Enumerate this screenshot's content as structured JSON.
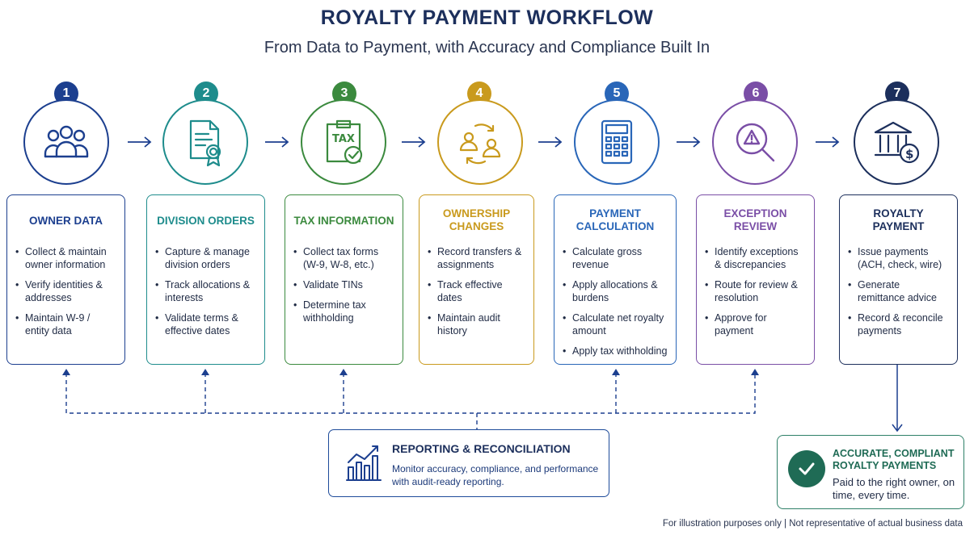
{
  "header": {
    "title": "ROYALTY PAYMENT WORKFLOW",
    "subtitle": "From Data to Payment, with Accuracy and Compliance Built In"
  },
  "colors": {
    "navy": "#1c3f8f",
    "teal": "#1e8c8c",
    "green": "#3b8a3e",
    "gold": "#c99a1d",
    "blue": "#2966b8",
    "purple": "#7a4ea6",
    "dark": "#1c2f5c",
    "final_green": "#1f6b55"
  },
  "steps": [
    {
      "number": "1",
      "icon": "users-icon",
      "title": "OWNER DATA",
      "bullets": [
        "Collect & maintain owner information",
        "Verify identities & addresses",
        "Maintain W-9 / entity data"
      ]
    },
    {
      "number": "2",
      "icon": "certificate-document-icon",
      "title": "DIVISION ORDERS",
      "bullets": [
        "Capture & manage division orders",
        "Track allocations & interests",
        "Validate terms & effective dates"
      ]
    },
    {
      "number": "3",
      "icon": "tax-clipboard-icon",
      "title": "TAX INFORMATION",
      "icon_text": "TAX",
      "bullets": [
        "Collect tax forms (W-9, W-8, etc.)",
        "Validate TINs",
        "Determine tax withholding"
      ]
    },
    {
      "number": "4",
      "icon": "ownership-transfer-icon",
      "title": "OWNERSHIP CHANGES",
      "bullets": [
        "Record transfers & assignments",
        "Track effective dates",
        "Maintain audit history"
      ]
    },
    {
      "number": "5",
      "icon": "calculator-icon",
      "title": "PAYMENT CALCULATION",
      "bullets": [
        "Calculate gross revenue",
        "Apply allocations & burdens",
        "Calculate net royalty amount",
        "Apply tax withholding"
      ]
    },
    {
      "number": "6",
      "icon": "warning-magnifier-icon",
      "title": "EXCEPTION REVIEW",
      "bullets": [
        "Identify exceptions & discrepancies",
        "Route for review & resolution",
        "Approve for payment"
      ]
    },
    {
      "number": "7",
      "icon": "bank-payment-icon",
      "title": "ROYALTY PAYMENT",
      "bullets": [
        "Issue payments (ACH, check, wire)",
        "Generate remittance advice",
        "Record & reconcile payments"
      ]
    }
  ],
  "reporting": {
    "title": "REPORTING & RECONCILIATION",
    "description": "Monitor accuracy, compliance, and performance with audit-ready reporting."
  },
  "outcome": {
    "title": "ACCURATE, COMPLIANT ROYALTY PAYMENTS",
    "description": "Paid to the right owner, on time, every time."
  },
  "footer": "For illustration purposes only | Not representative of actual business data"
}
